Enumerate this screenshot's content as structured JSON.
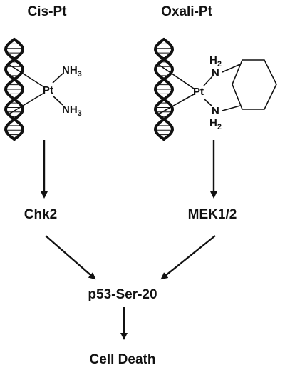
{
  "drugs": {
    "cisplatin": {
      "name": "Cis-Pt",
      "metal": "Pt",
      "ligand_top": "NH",
      "ligand_top_sub": "3",
      "ligand_bottom": "NH",
      "ligand_bottom_sub": "3"
    },
    "oxaliplatin": {
      "name": "Oxali-Pt",
      "metal": "Pt",
      "amine_top": "N",
      "amine_top_h": "H",
      "amine_top_sub": "2",
      "amine_bottom": "N",
      "amine_bottom_h": "H",
      "amine_bottom_sub": "2"
    }
  },
  "nodes": {
    "chk2": "Chk2",
    "mek": "MEK1/2",
    "p53": "p53-Ser-20",
    "death": "Cell Death"
  },
  "colors": {
    "ink": "#111111",
    "background": "#ffffff"
  }
}
